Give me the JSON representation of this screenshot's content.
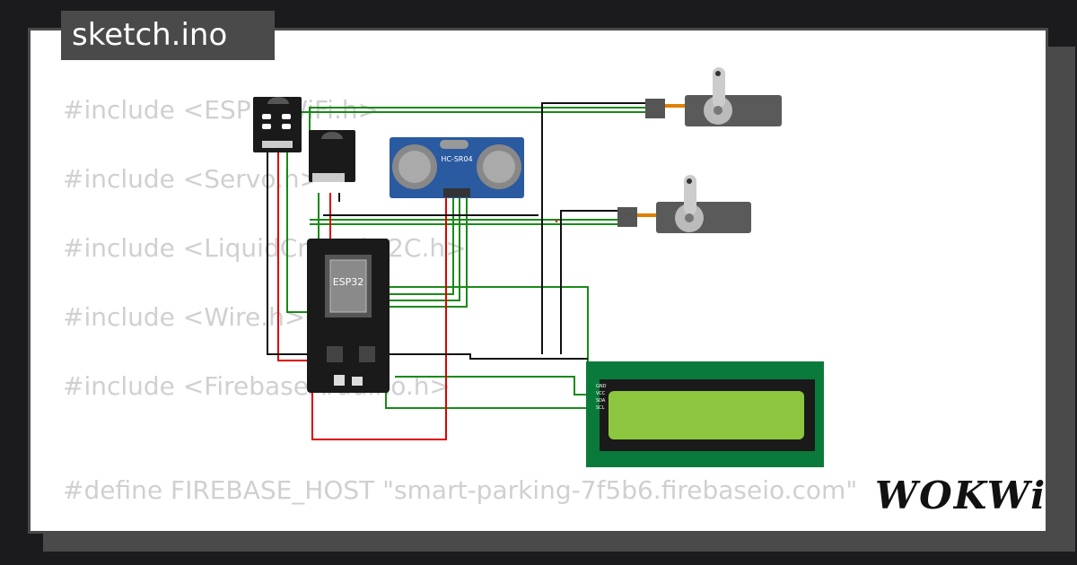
{
  "filename": "sketch.ino",
  "brand": "WOKWi",
  "code_lines": [
    "#include <ESP32WiFi.h>",
    "#include <Servo.h>",
    "#include <LiquidCrystal_I2C.h>",
    "#include <Wire.h>",
    "#include <FirebaseArduino.h>",
    "",
    "#define FIREBASE_HOST \"smart-parking-7f5b6.firebaseio.com\""
  ],
  "components": {
    "esp32_label": "ESP32",
    "sonar_label": "HC-SR04",
    "lcd_pins": [
      "GND",
      "VCC",
      "SDA",
      "SCL"
    ]
  },
  "colors": {
    "wire_green": "#1a8a1a",
    "wire_red": "#e00000",
    "wire_black": "#111111",
    "lcd_board": "#0a7a3a",
    "lcd_screen": "#8cc63f",
    "sonar_board": "#2a5aa0"
  }
}
